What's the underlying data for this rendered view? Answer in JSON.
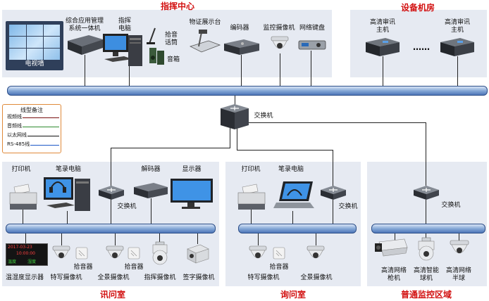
{
  "areas": {
    "command_center": "指挥中心",
    "equipment_room": "设备机房",
    "interrogation_room": "讯问室",
    "inquiry_room": "询问室",
    "general_monitoring": "普通监控区域"
  },
  "command_center": {
    "video_wall": "电视墙",
    "mgmt_host_line1": "综合应用管理",
    "mgmt_host_line2": "系统一体机",
    "command_pc_line1": "指挥",
    "command_pc_line2": "电脑",
    "pickup_mic_line1": "拾音",
    "pickup_mic_line2": "话筒",
    "speaker": "音箱",
    "document_camera": "物证展示台",
    "encoder": "编码器",
    "monitor_camera": "监控摄像机",
    "network_keyboard": "网络键盘"
  },
  "equipment_room": {
    "host1_line1": "高清审讯",
    "host1_line2": "主机",
    "ellipsis": "……",
    "host2_line1": "高清审讯",
    "host2_line2": "主机"
  },
  "core_switch": "交换机",
  "legend": {
    "title": "线型备注",
    "items": [
      {
        "label": "视频线",
        "color": "#7a1010"
      },
      {
        "label": "音频线",
        "color": "#2e8b2e"
      },
      {
        "label": "以太网线",
        "color": "#111111"
      },
      {
        "label": "RS-485线",
        "color": "#1d58c8"
      }
    ]
  },
  "interrogation_room": {
    "printer": "打印机",
    "recording_pc": "笔录电脑",
    "decoder": "解码器",
    "display": "显示器",
    "switch": "交换机",
    "temp_display": "温湿度显示器",
    "closeup_camera": "特写摄像机",
    "pickup1": "拾音器",
    "panorama_camera": "全景摄像机",
    "pickup2": "拾音器",
    "command_camera": "指挥摄像机",
    "sign_camera": "签字摄像机",
    "temp_row1": "2017-03-23",
    "temp_row2": "10:00:00",
    "temp_row3a": "温度",
    "temp_row3b": "湿度"
  },
  "inquiry_room": {
    "printer": "打印机",
    "recording_pc": "笔录电脑",
    "switch": "交换机",
    "closeup_camera": "特写摄像机",
    "pickup": "拾音器",
    "panorama_camera": "全景摄像机"
  },
  "general_monitoring": {
    "switch": "交换机",
    "bullet_line1": "高清网络",
    "bullet_line2": "枪机",
    "ptz_line1": "高清智能",
    "ptz_line2": "球机",
    "dome_line1": "高清网络",
    "dome_line2": "半球"
  }
}
